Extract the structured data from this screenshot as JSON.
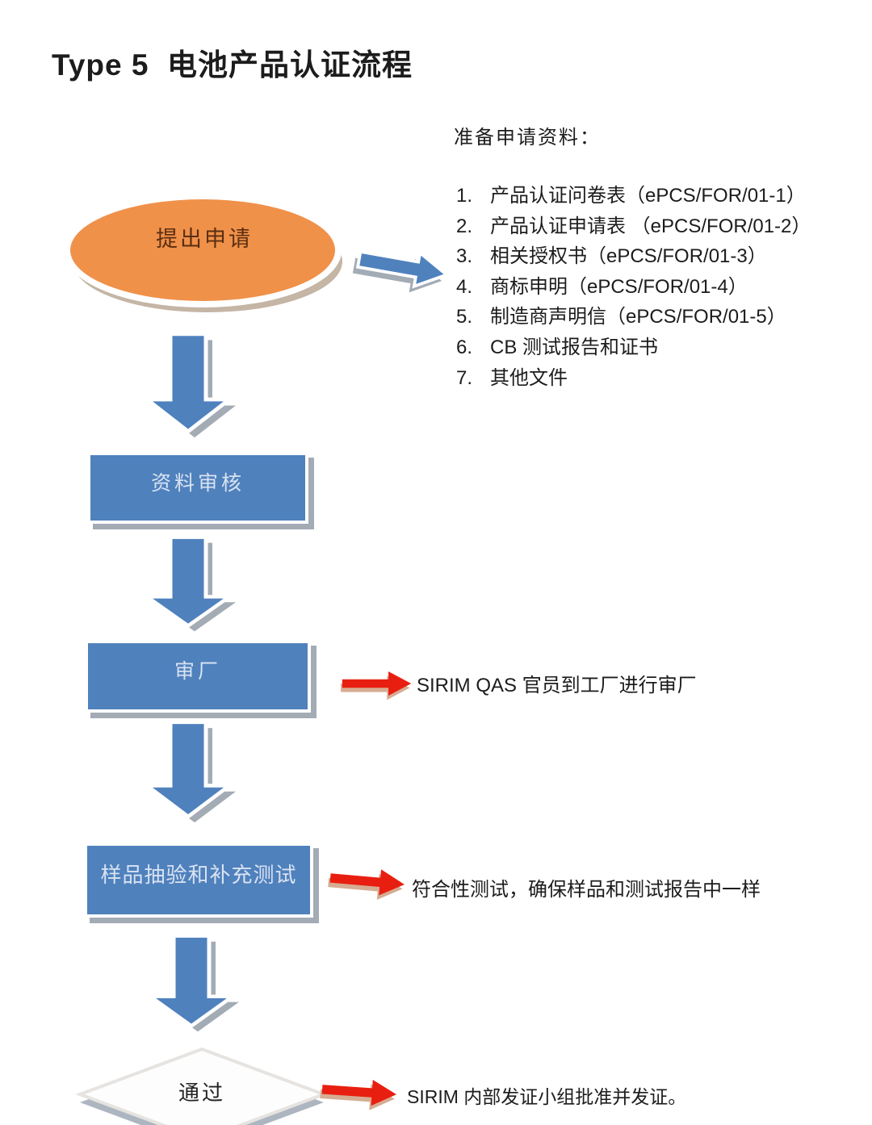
{
  "title": "Type 5  电池产品认证流程",
  "materials": {
    "heading": "准备申请资料：",
    "items": [
      "产品认证问卷表（ePCS/FOR/01-1）",
      "产品认证申请表 （ePCS/FOR/01-2）",
      "相关授权书（ePCS/FOR/01-3）",
      "商标申明（ePCS/FOR/01-4）",
      "制造商声明信（ePCS/FOR/01-5）",
      "CB 测试报告和证书",
      "其他文件"
    ]
  },
  "flow": {
    "start_label": "提出申请",
    "step1_label": "资料审核",
    "step2_label": "审厂",
    "step2_note": "SIRIM QAS  官员到工厂进行审厂",
    "step3_label": "样品抽验和补充测试",
    "step3_note": "符合性测试，确保样品和测试报告中一样",
    "decision_label": "通过",
    "decision_note": "SIRIM 内部发证小组批准并发证。"
  },
  "colors": {
    "blue": "#4F81BD",
    "blue-text": "#D9E2F1",
    "orange": "#F0914A",
    "orange-text": "#5B2E10",
    "red": "#E81F10",
    "shadow": "#A3ABB5",
    "shadow-warm": "#C4B5A5",
    "red-shadow": "#D6AC93",
    "ink": "#1C1C1C",
    "diamond-border": "#E6E3E0",
    "diamond-shadow": "#ADB6C0"
  }
}
